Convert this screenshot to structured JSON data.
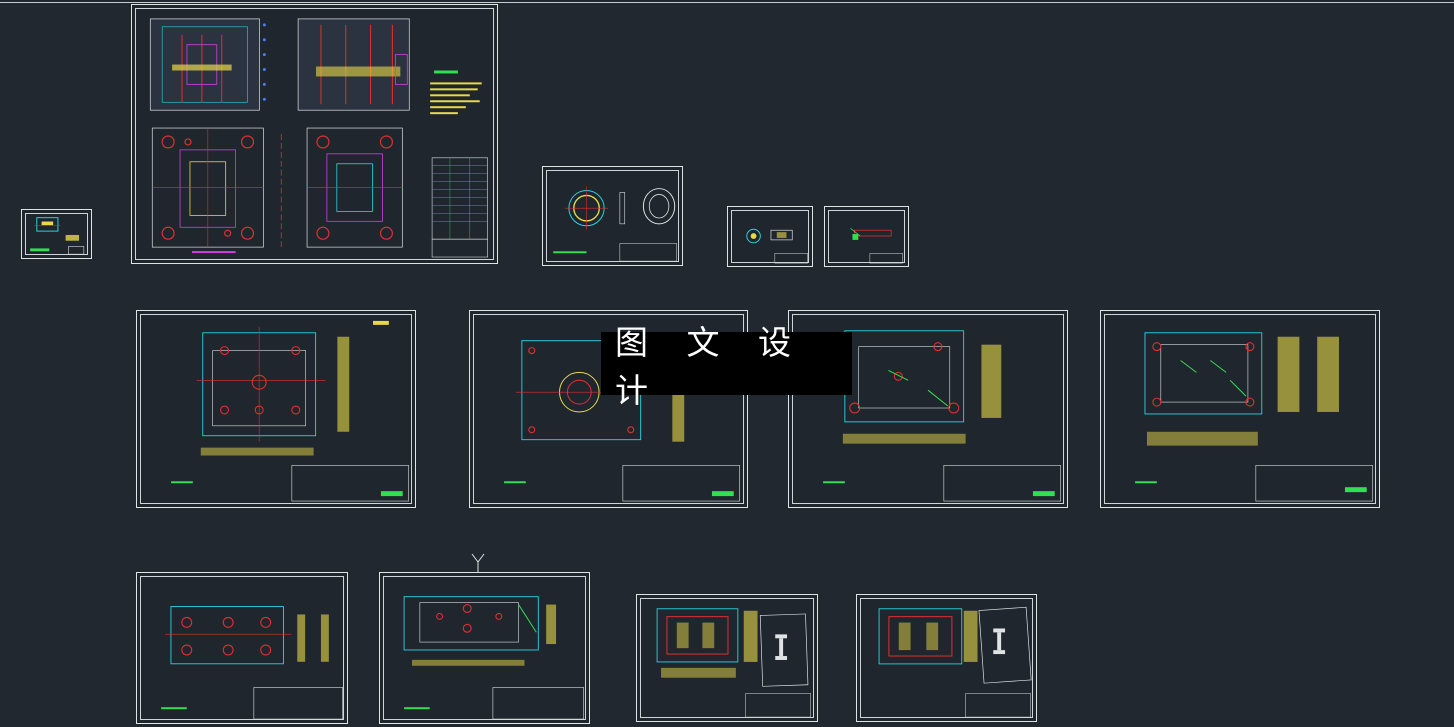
{
  "watermark": {
    "text": "图 文 设 计"
  },
  "colors": {
    "background": "#212830",
    "frame": "#dfe3e6",
    "cyan": "#27d6e6",
    "yellow": "#e8d84a",
    "green": "#30e050",
    "red": "#e03030",
    "magenta": "#d040e0",
    "blue": "#4a7cff"
  },
  "sheets": [
    {
      "id": "tiny-sheet",
      "kind": "small"
    },
    {
      "id": "assembly-sheet",
      "kind": "assembly"
    },
    {
      "id": "ring-part-sheet",
      "kind": "ring"
    },
    {
      "id": "small-part-sheet-a",
      "kind": "small"
    },
    {
      "id": "small-part-sheet-b",
      "kind": "small"
    },
    {
      "id": "plate-sheet-1",
      "kind": "plate"
    },
    {
      "id": "plate-sheet-2",
      "kind": "plate"
    },
    {
      "id": "plate-sheet-3",
      "kind": "plate"
    },
    {
      "id": "plate-sheet-4",
      "kind": "plate"
    },
    {
      "id": "plate-sheet-5",
      "kind": "plate"
    },
    {
      "id": "plate-sheet-6",
      "kind": "plate"
    },
    {
      "id": "cavity-sheet-1",
      "kind": "cavity"
    },
    {
      "id": "cavity-sheet-2",
      "kind": "cavity"
    }
  ]
}
